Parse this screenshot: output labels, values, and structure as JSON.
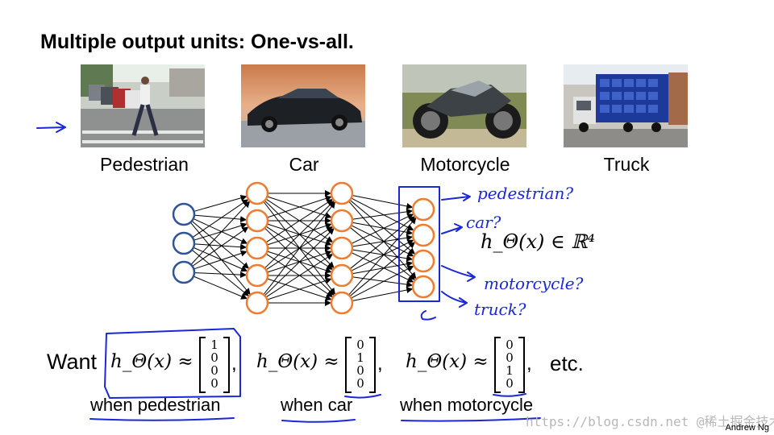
{
  "title": "Multiple output units: One-vs-all.",
  "images": [
    {
      "label": "Pedestrian",
      "icon": "pedestrian-photo"
    },
    {
      "label": "Car",
      "icon": "car-photo"
    },
    {
      "label": "Motorcycle",
      "icon": "motorcycle-photo"
    },
    {
      "label": "Truck",
      "icon": "truck-photo"
    }
  ],
  "network": {
    "layers": [
      3,
      5,
      5,
      4
    ],
    "input_color": "#2f5597",
    "hidden_color": "#ed7d31",
    "edge_color": "#000000"
  },
  "hypothesis": "h_Θ(x) ∈ ℝ⁴",
  "handwritten": {
    "labels": [
      "pedestrian?",
      "car?",
      "motorcycle?",
      "truck?"
    ],
    "ink_color": "#1a28d8"
  },
  "want": {
    "prefix": "Want",
    "expressions": [
      {
        "lhs": "h_Θ(x) ≈",
        "vector": [
          "1",
          "0",
          "0",
          "0"
        ],
        "caption": "when pedestrian",
        "sep": ","
      },
      {
        "lhs": "h_Θ(x) ≈",
        "vector": [
          "0",
          "1",
          "0",
          "0"
        ],
        "caption": "when car",
        "sep": ","
      },
      {
        "lhs": "h_Θ(x) ≈",
        "vector": [
          "0",
          "0",
          "1",
          "0"
        ],
        "caption": "when motorcycle",
        "sep": ","
      }
    ],
    "suffix": "etc."
  },
  "credit": "Andrew Ng",
  "watermark": "https://blog.csdn.net @稀土掘金技术社区"
}
